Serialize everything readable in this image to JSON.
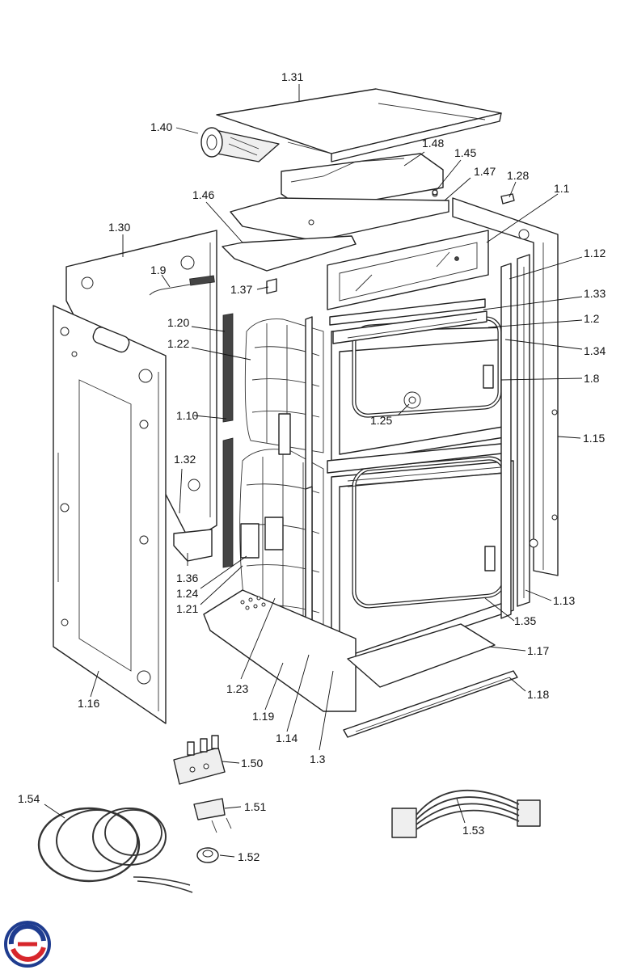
{
  "callouts": [
    {
      "id": "1.31"
    },
    {
      "id": "1.40"
    },
    {
      "id": "1.48"
    },
    {
      "id": "1.45"
    },
    {
      "id": "1.47"
    },
    {
      "id": "1.28"
    },
    {
      "id": "1.1"
    },
    {
      "id": "1.46"
    },
    {
      "id": "1.30"
    },
    {
      "id": "1.12"
    },
    {
      "id": "1.9"
    },
    {
      "id": "1.37"
    },
    {
      "id": "1.33"
    },
    {
      "id": "1.20"
    },
    {
      "id": "1.2"
    },
    {
      "id": "1.22"
    },
    {
      "id": "1.34"
    },
    {
      "id": "1.8"
    },
    {
      "id": "1.10"
    },
    {
      "id": "1.25"
    },
    {
      "id": "1.15"
    },
    {
      "id": "1.32"
    },
    {
      "id": "1.36"
    },
    {
      "id": "1.24"
    },
    {
      "id": "1.21"
    },
    {
      "id": "1.13"
    },
    {
      "id": "1.35"
    },
    {
      "id": "1.17"
    },
    {
      "id": "1.16"
    },
    {
      "id": "1.23"
    },
    {
      "id": "1.18"
    },
    {
      "id": "1.19"
    },
    {
      "id": "1.14"
    },
    {
      "id": "1.3"
    },
    {
      "id": "1.50"
    },
    {
      "id": "1.54"
    },
    {
      "id": "1.51"
    },
    {
      "id": "1.53"
    },
    {
      "id": "1.52"
    }
  ],
  "colors": {
    "line": "#222222",
    "logo_red": "#d7262b",
    "logo_blue": "#1f3c8f"
  }
}
